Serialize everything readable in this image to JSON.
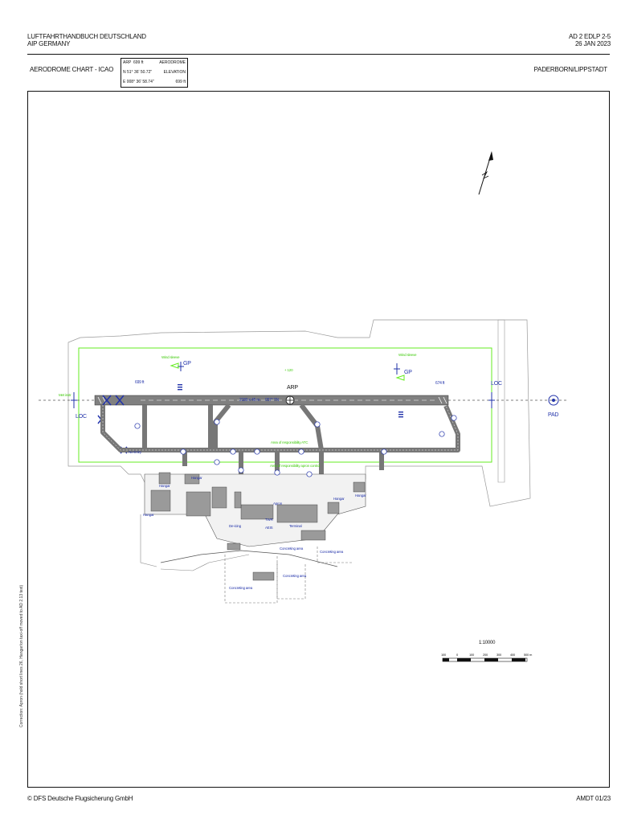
{
  "header": {
    "publication": "LUFTFAHRTHANDBUCH DEUTSCHLAND",
    "publication_en": "AIP GERMANY",
    "page_ref": "AD 2 EDLP 2-5",
    "date": "26 JAN 2023"
  },
  "chart_title": "AERODROME CHART - ICAO",
  "aerodrome_name": "PADERBORN/LIPPSTADT",
  "info_box": {
    "arp_label": "ARP",
    "arp_elev": "699 ft",
    "lat": "N 51° 36' 50.72\"",
    "lon": "E 008° 36' 58.74\"",
    "aerodrome_label": "AERODROME",
    "elevation_label": "ELEVATION",
    "elevation_value": "699 ft"
  },
  "map_labels": {
    "arp": "ARP",
    "loc_west": "LOC",
    "loc_east": "LOC",
    "gp_west": "GP",
    "gp_east": "GP",
    "pad": "PAD",
    "elev_west": "699 ft",
    "elev_east": "674 ft",
    "runway_dims": "2180 x 45 m",
    "runway_bearing": "057° TN",
    "windsleeve_west": "Wind sleeve",
    "windsleeve_east": "Wind sleeve",
    "met_instr": "Met instr",
    "apron": "Apron",
    "hangar_1": "Hangar",
    "hangar_2": "Hangar",
    "hangar_3": "Hangar",
    "hangar_4": "Hangar",
    "hangar_5": "Hangar",
    "deicing": "De-icing",
    "no_entry": "No Entry",
    "tower": "TWR",
    "aeis": "AEIS",
    "ils_note1": "Area of responsibility ATC",
    "ils_note2": "Area of responsibility apron control",
    "concreting_1": "Concreting area",
    "concreting_2": "Concreting area",
    "concreting_3": "Concreting area",
    "concreting_4": "Concreting area",
    "terminal": "Terminal",
    "hi_label": "+ 120"
  },
  "scale": {
    "ratio": "1:10000",
    "ticks": [
      "100",
      "0",
      "100",
      "200",
      "300",
      "400",
      "500 m"
    ]
  },
  "side_note": "Correction: Apron (hold short lines 26, Hangar/on taxi-off moved to AD 2.13 text)",
  "footer": {
    "copyright": "© DFS Deutsche Flugsicherung GmbH",
    "amendment": "AMDT 01/23"
  },
  "colors": {
    "runway": "#808080",
    "boundary_green": "#66ee22",
    "nav_blue": "#2233aa",
    "ink": "#111111"
  }
}
